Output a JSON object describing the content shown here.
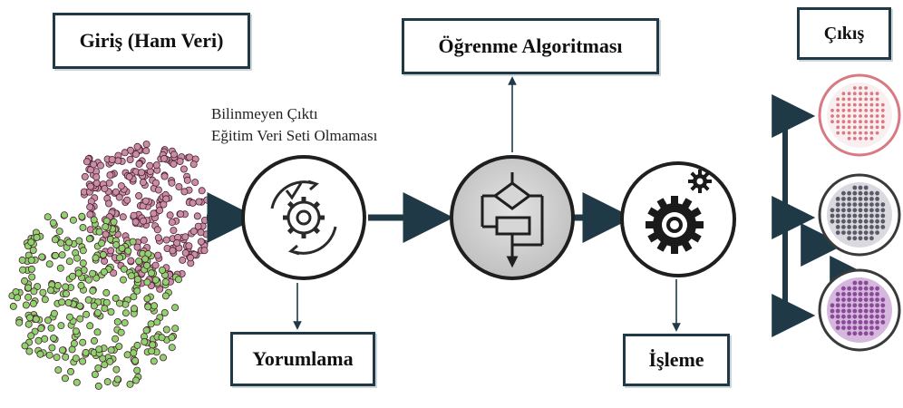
{
  "labels": {
    "input": "Giriş (Ham Veri)",
    "learning_algorithm": "Öğrenme Algoritması",
    "output": "Çıkış",
    "interpretation": "Yorumlama",
    "processing": "İşleme",
    "note_line1": "Bilinmeyen Çıktı",
    "note_line2": "Eğitim Veri Seti Olmaması"
  },
  "icons": {
    "interpretation": "cycle-gear-icon",
    "algorithm": "flowchart-icon",
    "processing": "gear-icon"
  },
  "colors": {
    "arrow": "#1f3a46",
    "box_border": "#1f3a46",
    "cluster_pink": "#c98ea6",
    "cluster_green": "#8fd36f",
    "cluster_dot": "#4a2030",
    "output_pink": "#d97a82",
    "output_gray": "#5a5a66",
    "output_purple": "#8a4a98"
  }
}
